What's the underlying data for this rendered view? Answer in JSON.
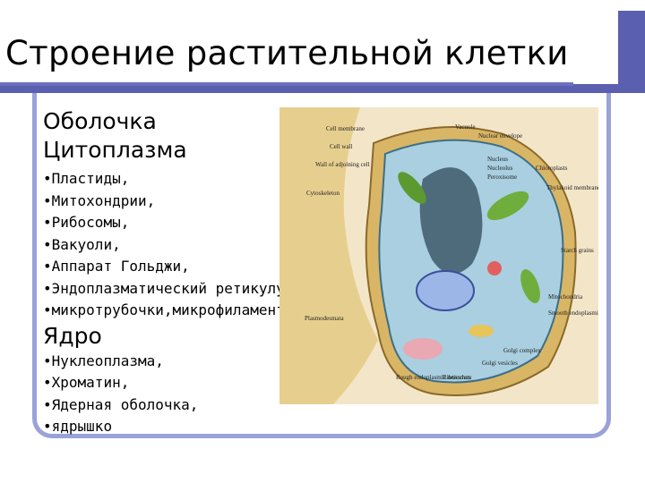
{
  "title": "Строение растительной клетки",
  "sections": [
    {
      "heading": "Оболочка"
    },
    {
      "heading": "Цитоплазма",
      "items": [
        "Пластиды,",
        "Митохондрии,",
        "Рибосомы,",
        "Вакуоли,",
        "Аппарат Гольджи,",
        "Эндоплазматический ретикулум,",
        "микротрубочки,микрофиламенты"
      ]
    },
    {
      "heading": "Ядро",
      "items": [
        "Нуклеоплазма,",
        "Хроматин,",
        "Ядерная оболочка,",
        "ядрышко"
      ]
    }
  ],
  "bullet": "•",
  "figure": {
    "labels": {
      "cell_membrane": "Cell membrane",
      "cell_wall": "Cell wall",
      "wall_adjoining": "Wall of adjoining cell",
      "cytoskeleton": "Cytoskeleton",
      "vacuole": "Vacuole",
      "nuclear_envelope": "Nuclear envelope",
      "nucleus": "Nucleus",
      "nucleolus": "Nucleolus",
      "peroxisome": "Peroxisome",
      "chloroplasts": "Chloroplasts",
      "thylakoid": "Thylakoid membranes",
      "starch": "Starch grains",
      "plasmodesmata": "Plasmodesmata",
      "mitochondria": "Mitochondria",
      "smooth_er": "Smooth endoplasmic reticulum",
      "golgi_complex": "Golgi complex",
      "golgi_vesicles": "Golgi vesicles",
      "rough_er": "Rough endoplasmic reticulum",
      "ribosomes": "Ribosomes"
    }
  }
}
